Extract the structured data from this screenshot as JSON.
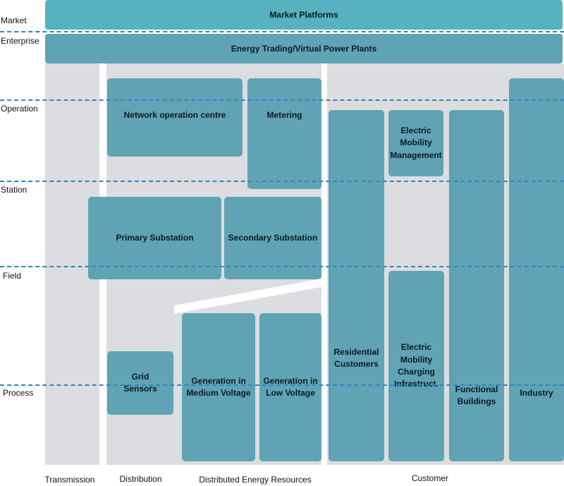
{
  "zones": [
    "Market",
    "Enterprise",
    "Operation",
    "Station",
    "Field",
    "Process"
  ],
  "domains": [
    "Transmission",
    "Distribution",
    "Distributed Energy Resources",
    "Customer"
  ],
  "bars": {
    "market": "Market Platforms",
    "enterprise": "Energy Trading/Virtual Power Plants"
  },
  "boxes": {
    "network_operation_centre": "Network operation centre",
    "metering": "Metering",
    "electric_mobility_management": "Electric\nMobility\nManagement",
    "primary_substation": "Primary Substation",
    "secondary_substation": "Secondary Substation",
    "grid_sensors": "Grid\nSensors",
    "generation_medium_voltage": "Generation in\nMedium  Voltage",
    "generation_low_voltage": "Generation in\nLow Voltage",
    "residential_customers": "Residential\nCustomers",
    "electric_mobility_charging": "Electric\nMobility\nCharging\nInfrastruct.",
    "functional_buildings": "Functional\nBuildings",
    "industry": "Industry"
  },
  "colors": {
    "box": "#5fa3b5",
    "market_bar": "#56b2c1",
    "column_background": "#dcdde0",
    "zone_line": "#2f86bd"
  }
}
